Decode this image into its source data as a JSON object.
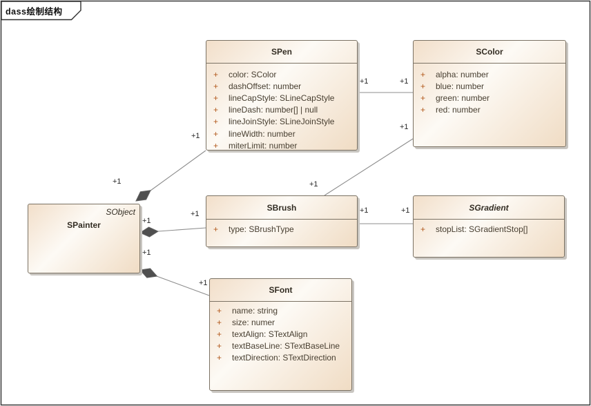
{
  "frame": {
    "title": "dass绘制结构"
  },
  "ui": {
    "plus": "+"
  },
  "classes": {
    "spen": {
      "name": "SPen",
      "attributes": [
        "color: SColor",
        "dashOffset: number",
        "lineCapStyle: SLineCapStyle",
        "lineDash: number[] | null",
        "lineJoinStyle: SLineJoinStyle",
        "lineWidth: number",
        "miterLimit: number"
      ]
    },
    "scolor": {
      "name": "SColor",
      "attributes": [
        "alpha: number",
        "blue: number",
        "green: number",
        "red: number"
      ]
    },
    "spainter": {
      "name": "SPainter",
      "stereotype": "SObject"
    },
    "sbrush": {
      "name": "SBrush",
      "attributes": [
        "type: SBrushType"
      ]
    },
    "sgradient": {
      "name": "SGradient",
      "attributes": [
        "stopList: SGradientStop[]"
      ]
    },
    "sfont": {
      "name": "SFont",
      "attributes": [
        "name: string",
        "size: numer",
        "textAlign: STextAlign",
        "textBaseLine: STextBaseLine",
        "textDirection: STextDirection"
      ]
    }
  },
  "connectors": [
    {
      "from": "SPainter",
      "to": "SPen",
      "type": "composition",
      "from_label": "+1",
      "to_label": "+1"
    },
    {
      "from": "SPen",
      "to": "SColor",
      "type": "association",
      "from_label": "+1",
      "to_label": "+1"
    },
    {
      "from": "SBrush",
      "to": "SColor",
      "type": "association",
      "from_label": "+1",
      "to_label": "+1"
    },
    {
      "from": "SPainter",
      "to": "SBrush",
      "type": "composition",
      "from_label": "+1",
      "to_label": "+1"
    },
    {
      "from": "SBrush",
      "to": "SGradient",
      "type": "association",
      "from_label": "+1",
      "to_label": "+1"
    },
    {
      "from": "SPainter",
      "to": "SFont",
      "type": "composition",
      "from_label": "+1",
      "to_label": "+1"
    }
  ],
  "colors": {
    "box_fill_tan": "#f2dfca",
    "box_fill_light": "#fdfaf5",
    "box_border": "#7a7163",
    "connector_line": "#8c8c8c",
    "diamond_fill": "#4f4f4f",
    "visibility_plus": "#b2591c",
    "frame_border": "#2e2e2e"
  }
}
